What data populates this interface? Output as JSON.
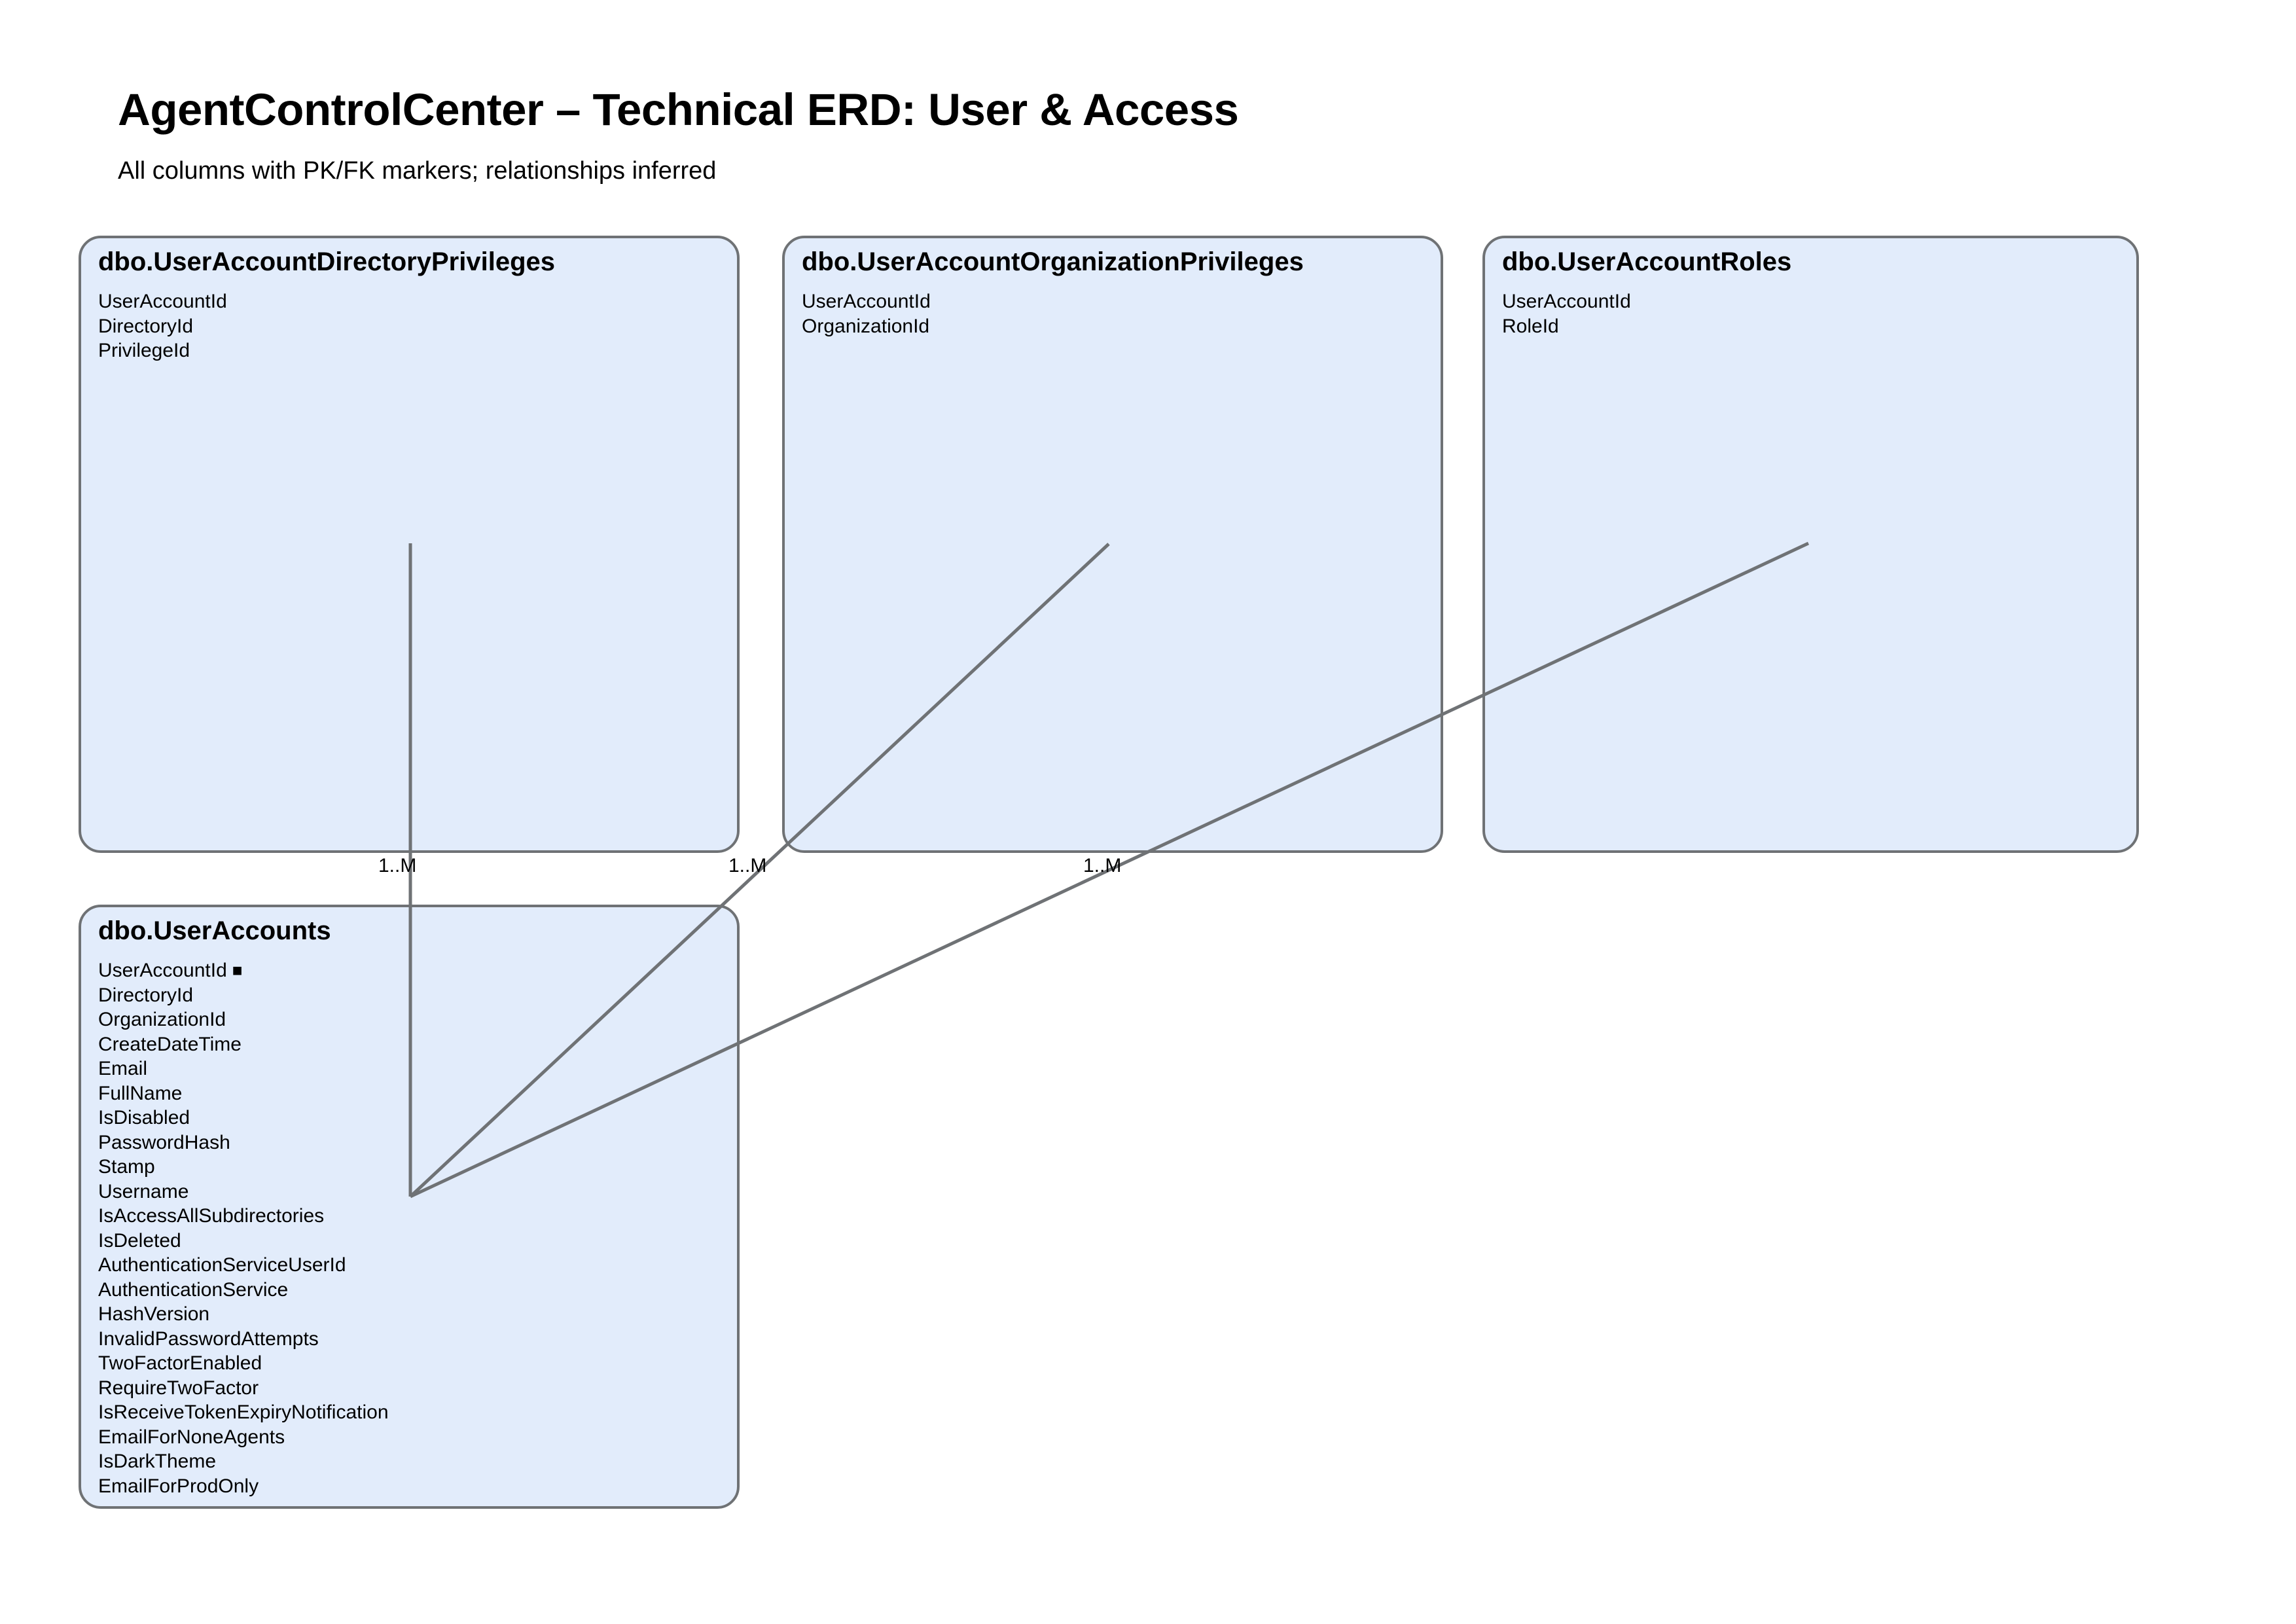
{
  "header": {
    "title": "AgentControlCenter – Technical ERD: User & Access",
    "subtitle": "All columns with PK/FK markers; relationships inferred"
  },
  "style": {
    "entity_fill": "#e2ecfb",
    "entity_border": "#6f7275",
    "connector_color": "#6f7275",
    "page_background": "#ffffff",
    "text_color": "#000000"
  },
  "entities": [
    {
      "name": "dbo.UserAccountDirectoryPrivileges",
      "columns": [
        {
          "name": "UserAccountId",
          "pk": false
        },
        {
          "name": "DirectoryId",
          "pk": false
        },
        {
          "name": "PrivilegeId",
          "pk": false
        }
      ]
    },
    {
      "name": "dbo.UserAccountOrganizationPrivileges",
      "columns": [
        {
          "name": "UserAccountId",
          "pk": false
        },
        {
          "name": "OrganizationId",
          "pk": false
        }
      ]
    },
    {
      "name": "dbo.UserAccountRoles",
      "columns": [
        {
          "name": "UserAccountId",
          "pk": false
        },
        {
          "name": "RoleId",
          "pk": false
        }
      ]
    },
    {
      "name": "dbo.UserAccounts",
      "columns": [
        {
          "name": "UserAccountId",
          "pk": true
        },
        {
          "name": "DirectoryId",
          "pk": false
        },
        {
          "name": "OrganizationId",
          "pk": false
        },
        {
          "name": "CreateDateTime",
          "pk": false
        },
        {
          "name": "Email",
          "pk": false
        },
        {
          "name": "FullName",
          "pk": false
        },
        {
          "name": "IsDisabled",
          "pk": false
        },
        {
          "name": "PasswordHash",
          "pk": false
        },
        {
          "name": "Stamp",
          "pk": false
        },
        {
          "name": "Username",
          "pk": false
        },
        {
          "name": "IsAccessAllSubdirectories",
          "pk": false
        },
        {
          "name": "IsDeleted",
          "pk": false
        },
        {
          "name": "AuthenticationServiceUserId",
          "pk": false
        },
        {
          "name": "AuthenticationService",
          "pk": false
        },
        {
          "name": "HashVersion",
          "pk": false
        },
        {
          "name": "InvalidPasswordAttempts",
          "pk": false
        },
        {
          "name": "TwoFactorEnabled",
          "pk": false
        },
        {
          "name": "RequireTwoFactor",
          "pk": false
        },
        {
          "name": "IsReceiveTokenExpiryNotification",
          "pk": false
        },
        {
          "name": "EmailForNoneAgents",
          "pk": false
        },
        {
          "name": "IsDarkTheme",
          "pk": false
        },
        {
          "name": "EmailForProdOnly",
          "pk": false
        }
      ]
    }
  ],
  "pk_marker_glyph": "■",
  "relationships": [
    {
      "from": "dbo.UserAccounts",
      "to": "dbo.UserAccountDirectoryPrivileges",
      "cardinality": "1..M"
    },
    {
      "from": "dbo.UserAccounts",
      "to": "dbo.UserAccountOrganizationPrivileges",
      "cardinality": "1..M"
    },
    {
      "from": "dbo.UserAccounts",
      "to": "dbo.UserAccountRoles",
      "cardinality": "1..M"
    }
  ]
}
